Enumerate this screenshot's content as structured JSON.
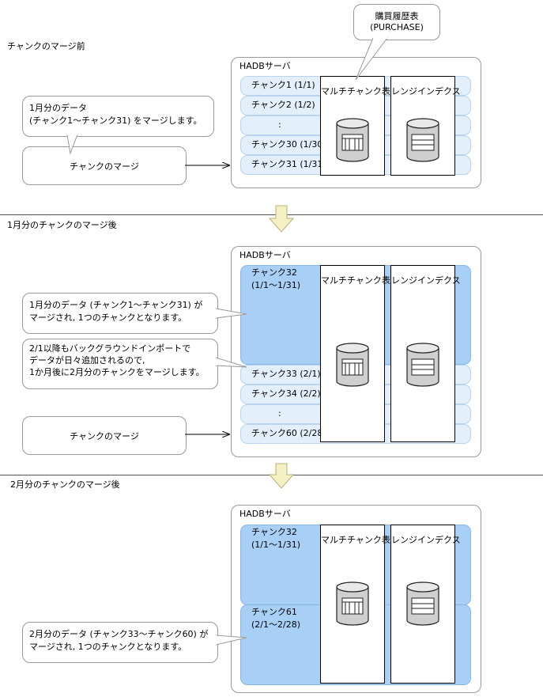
{
  "top_callout": {
    "line1": "購買履歴表",
    "line2": "(PURCHASE)"
  },
  "sections": [
    {
      "title": "チャンクのマージ前"
    },
    {
      "title": "1月分のチャンクのマージ後"
    },
    {
      "title": "2月分のチャンクのマージ後"
    }
  ],
  "server_label": "HADBサーバ",
  "panels": {
    "multichunk": "マルチチャンク表",
    "range_index": "レンジインデクス"
  },
  "section1": {
    "chunks": [
      "チャンク1 (1/1)",
      "チャンク2 (1/2)",
      ":",
      "チャンク30 (1/30)",
      "チャンク31 (1/31)"
    ],
    "callout_line1": "1月分のデータ",
    "callout_line2": "(チャンク1〜チャンク31) をマージします。",
    "merge_button": "チャンクのマージ"
  },
  "section2": {
    "merged_chunk_line1": "チャンク32",
    "merged_chunk_line2": "(1/1〜1/31)",
    "chunks": [
      "チャンク33 (2/1)",
      "チャンク34 (2/2)",
      ":",
      "チャンク60 (2/28)"
    ],
    "callout1_line1": "1月分のデータ (チャンク1〜チャンク31) が",
    "callout1_line2": "マージされ, 1つのチャンクとなります。",
    "callout2_line1": "2/1以降もバックグラウンドインポートで",
    "callout2_line2": "データが日々追加されるので,",
    "callout2_line3": "1か月後に2月分のチャンクをマージします。",
    "merge_button": "チャンクのマージ"
  },
  "section3": {
    "chunk32_line1": "チャンク32",
    "chunk32_line2": "(1/1〜1/31)",
    "chunk61_line1": "チャンク61",
    "chunk61_line2": "(2/1〜2/28)",
    "callout_line1": "2月分のデータ (チャンク33〜チャンク60) が",
    "callout_line2": "マージされ, 1つのチャンクとなります。"
  },
  "colors": {
    "band_light": "#e3effb",
    "band_dark": "#a8d0f6",
    "arrow_fill": "#f4f0c4"
  }
}
